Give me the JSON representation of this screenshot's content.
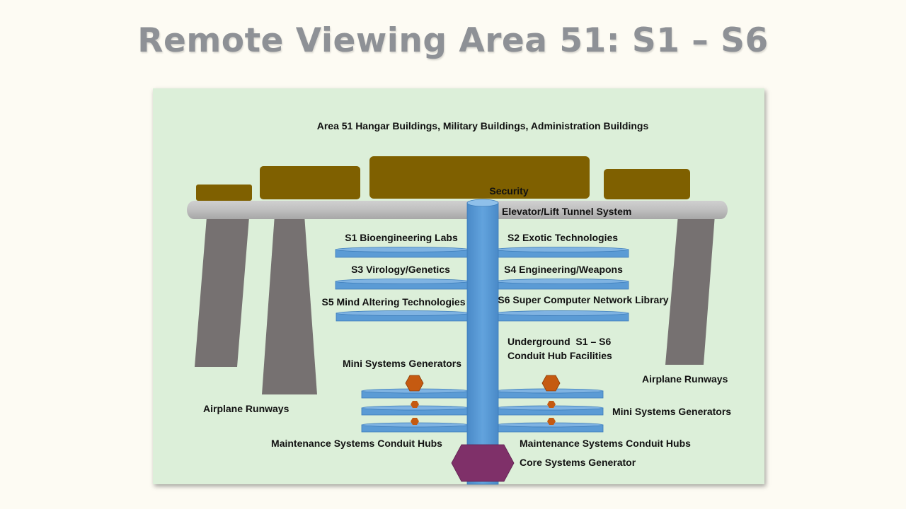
{
  "title": "Remote Viewing Area 51: S1 – S6",
  "labels": {
    "top_buildings": "Area 51 Hangar Buildings, Military Buildings, Administration Buildings",
    "security": "Security",
    "elevator": "Elevator/Lift Tunnel System",
    "s1": "S1 Bioengineering Labs",
    "s2": "S2 Exotic Technologies",
    "s3": "S3 Virology/Genetics",
    "s4": "S4 Engineering/Weapons",
    "s5": "S5 Mind Altering Technologies",
    "s6": "S6 Super Computer Network Library",
    "underground_line1": "Underground  S1 – S6",
    "underground_line2": "Conduit Hub Facilities",
    "mini_gen_left": "Mini Systems Generators",
    "mini_gen_right": "Mini Systems Generators",
    "runways_left": "Airplane Runways",
    "runways_right": "Airplane Runways",
    "maint_left": "Maintenance Systems Conduit Hubs",
    "maint_right": "Maintenance Systems Conduit Hubs",
    "core": "Core Systems Generator"
  },
  "colors": {
    "building": "#7f6000",
    "platform": "#bfbfbf",
    "runway": "#767171",
    "disk": "#5b9bd5",
    "small_generator": "#c55a11",
    "core_generator": "#7f3069",
    "panel": "#dcefd9"
  }
}
